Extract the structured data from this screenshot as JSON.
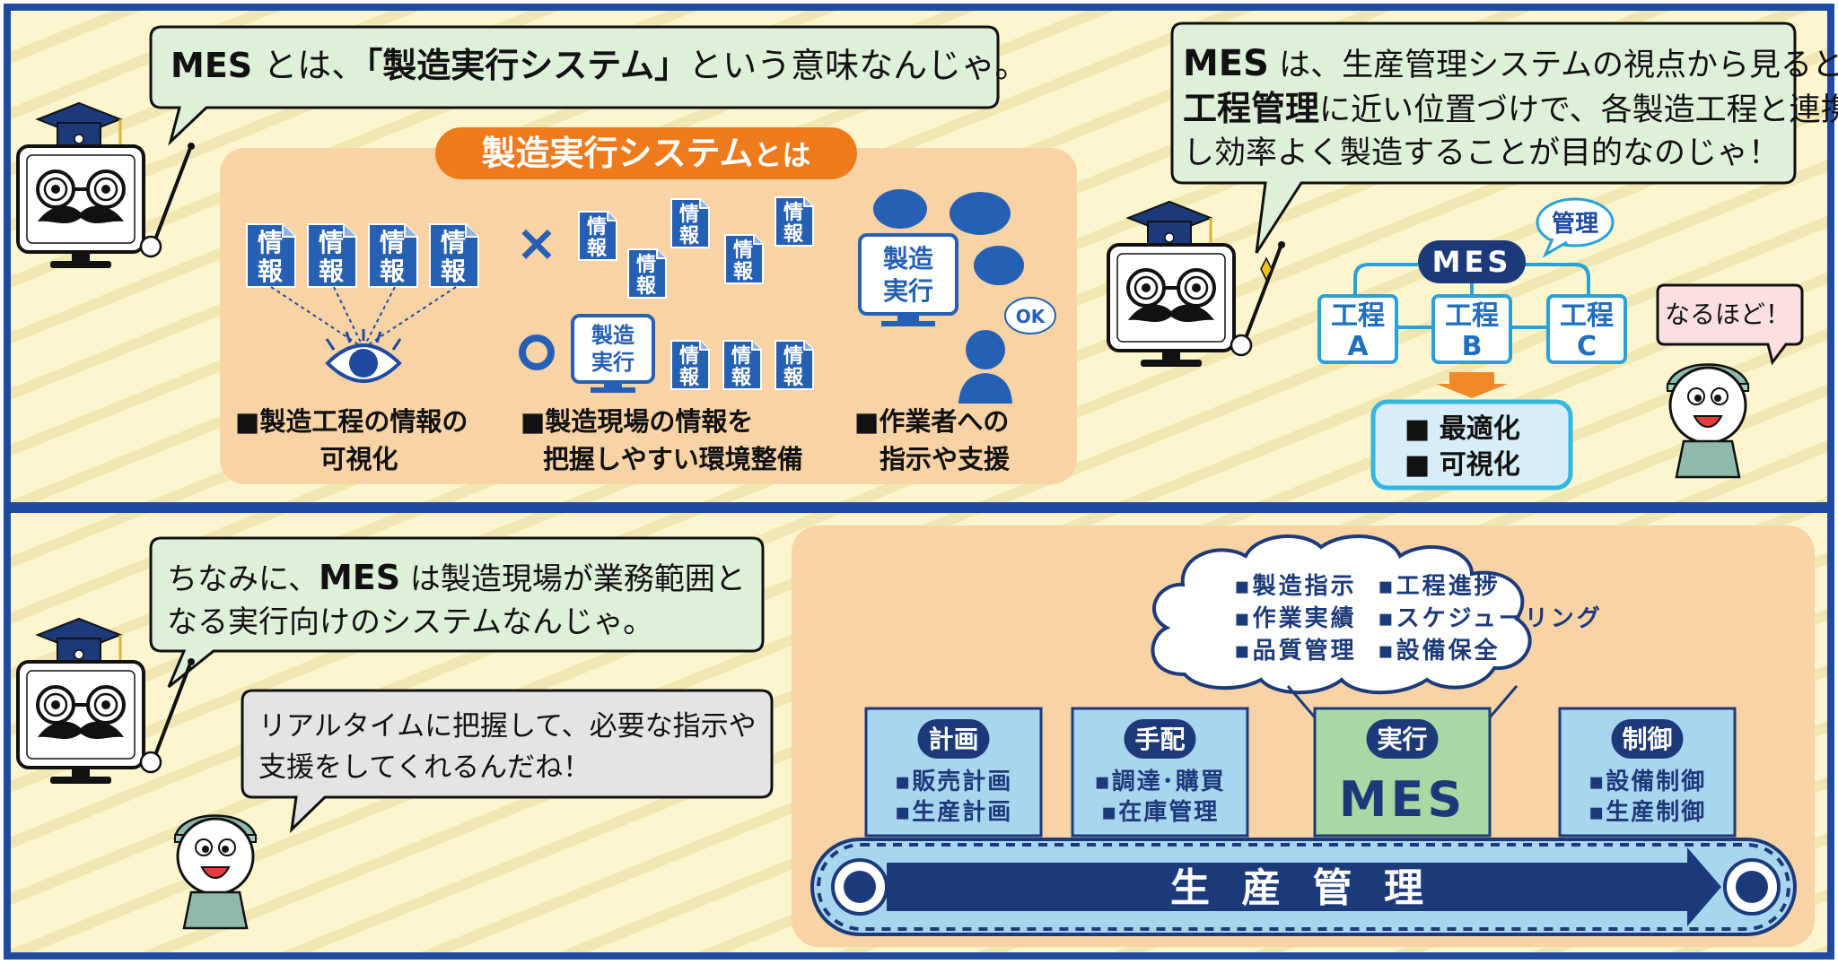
{
  "colors": {
    "frame": "#1f4aa0",
    "bg_stripe_a": "#fcf6cf",
    "bg_stripe_b": "#f3eab2",
    "info_blue": "#2560b4",
    "orange": "#ee7a1b",
    "peach": "#f8d3a6",
    "bubble_green": "#dff0da",
    "bubble_gray": "#e4e4e4",
    "bubble_pink": "#fbe0e2",
    "cyan": "#33b6e2",
    "light_cyan": "#d7eef9",
    "sky": "#a8d6ef",
    "mes_green": "#a8d8a3",
    "navy": "#14346e"
  },
  "top_left": {
    "speech": {
      "part1": "MES",
      "part2": " とは、",
      "part3": "「製造実行システム」",
      "part4": "という意味なんじゃ。"
    },
    "pill_title": {
      "part1": "製造実行システム",
      "part2": "とは"
    },
    "info_label_top": "情",
    "info_label_bottom": "報",
    "exec_label_top": "製造",
    "exec_label_bottom": "実行",
    "cross_mark": "×",
    "ok_label": "OK",
    "captions": [
      {
        "line1": "■製造工程の情報の",
        "line2": "可視化"
      },
      {
        "line1": "■製造現場の情報を",
        "line2": "把握しやすい環境整備"
      },
      {
        "line1": "■作業者への",
        "line2": "指示や支援"
      }
    ]
  },
  "top_right": {
    "speech": {
      "line1_part1": "MES",
      "line1_part2": " は、生産管理システムの視点から見ると",
      "line2_part1": "工程管理",
      "line2_part2": "に近い位置づけで、各製造工程と連携",
      "line3": "し効率よく製造することが目的なのじゃ！"
    },
    "mes_label": "MES",
    "kanri_label": "管理",
    "process_boxes": [
      {
        "top": "工程",
        "bottom": "A"
      },
      {
        "top": "工程",
        "bottom": "B"
      },
      {
        "top": "工程",
        "bottom": "C"
      }
    ],
    "result_items": [
      "■ 最適化",
      "■ 可視化"
    ],
    "naruhodo": "なるほど！"
  },
  "bottom_left": {
    "speech1": {
      "line1_part1": "ちなみに、",
      "line1_part2": "MES",
      "line1_part3": " は製造現場が業務範囲と",
      "line2": "なる実行向けのシステムなんじゃ。"
    },
    "speech2": {
      "line1": "リアルタイムに把握して、必要な指示や",
      "line2": "支援をしてくれるんだね！"
    }
  },
  "bottom_right": {
    "cloud_items": [
      "▪製造指示",
      "▪工程進捗",
      "▪作業実績",
      "▪スケジューリング",
      "▪品質管理",
      "▪設備保全"
    ],
    "boxes": [
      {
        "title": "計画",
        "items": [
          "▪販売計画",
          "▪生産計画"
        ]
      },
      {
        "title": "手配",
        "items": [
          "▪調達･購買",
          "▪在庫管理"
        ]
      },
      {
        "title": "実行",
        "big": "MES"
      },
      {
        "title": "制御",
        "items": [
          "▪設備制御",
          "▪生産制御"
        ]
      }
    ],
    "conveyor_label": "生 産 管 理"
  }
}
